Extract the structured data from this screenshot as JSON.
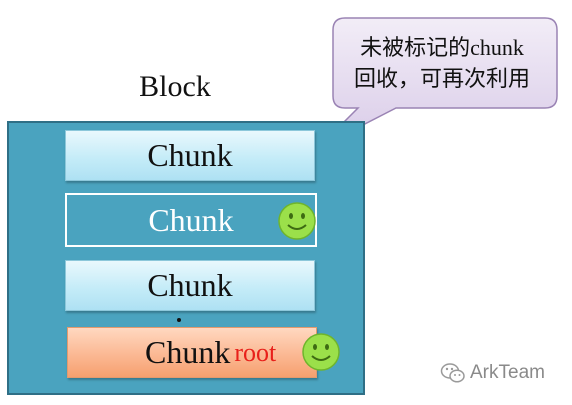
{
  "block": {
    "title": "Block"
  },
  "chunks": [
    {
      "label": "Chunk",
      "state": "unmarked"
    },
    {
      "label": "Chunk",
      "state": "marked",
      "icon": "smiley-icon"
    },
    {
      "label": "Chunk",
      "state": "unmarked"
    },
    {
      "label": "Chunk",
      "state": "root",
      "tag": "root",
      "icon": "smiley-icon"
    }
  ],
  "callout": {
    "line1": "未被标记的chunk",
    "line2": "回收，可再次利用"
  },
  "watermark": {
    "text": "ArkTeam",
    "icon": "wechat-icon"
  },
  "colors": {
    "block_fill": "#4aa3bf",
    "chunk_fill": "#c5ecf8",
    "root_fill": "#fbb893",
    "callout_fill": "#e6dcf0",
    "root_text": "#e8201a",
    "smiley": "#9be04a"
  }
}
